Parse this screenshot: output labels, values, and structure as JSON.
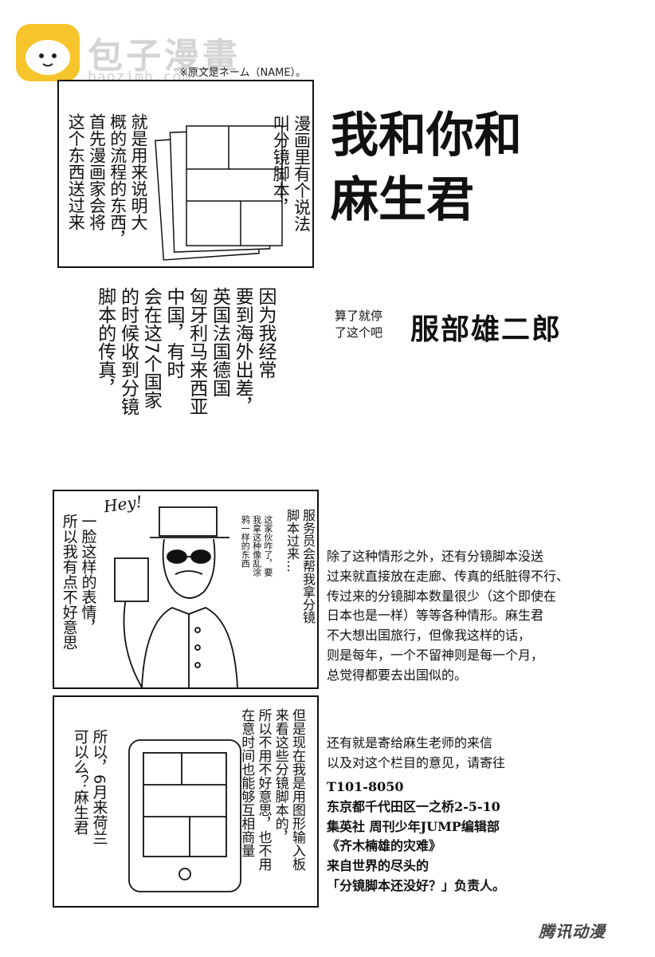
{
  "watermark": {
    "title": "包子漫畫",
    "url": "baozimh.com"
  },
  "note": "※原文是ネーム（NAME）。",
  "title": {
    "main": "我和你和\n麻生君",
    "small": "算了就停\n了这个吧",
    "author": "服部雄二郎"
  },
  "panels": {
    "p1_right": "漫画里有个说法\n叫分镜脚本，",
    "p1_left": "就是用来说明大\n概的流程的东西，\n首先漫画家会将\n这个东西送过来",
    "p2": "因为我经常\n要到海外出差，\n英国法国德国\n匈牙利马来西亚\n中国，有时\n会在这7个国家\n的时候收到分镜\n脚本的传真，",
    "p3_right": "服务员会帮我拿分镜\n脚本过来…",
    "p3_left": "一脸这样的表情，\n所以我有点不好意思",
    "p3_hey": "Hey!",
    "p3_bubble": "这家伙咋了，要\n我拿这种像乱涂\n鸦一样的东西",
    "p4_right": "但是现在我是用图形输入板\n来看这些分镜脚本的，\n所以不用不好意思，也不用\n在意时间也能够互相商量",
    "p4_left": "所以，6月来荷兰\n可以么？麻生君"
  },
  "body": {
    "p1": "除了这种情形之外，还有分镜脚本没送\n过来就直接放在走廊、传真的纸脏得不行、\n传过来的分镜脚本数量很少（这个即使在\n日本也是一样）等等各种情形。麻生君\n不大想出国旅行，但像我这样的话，\n则是每年，一个不留神则是每一个月，\n总觉得都要去出国似的。",
    "p2": "还有就是寄给麻生老师的来信\n以及对这个栏目的意见，请寄往",
    "address": "T101-8050\n东京都千代田区一之桥2-5-10\n集英社 周刊少年JUMP编辑部\n《齐木楠雄的灾难》\n来自世界的尽头的\n「分镜脚本还没好？」负责人。"
  },
  "bottom_logo": "腾讯动漫"
}
